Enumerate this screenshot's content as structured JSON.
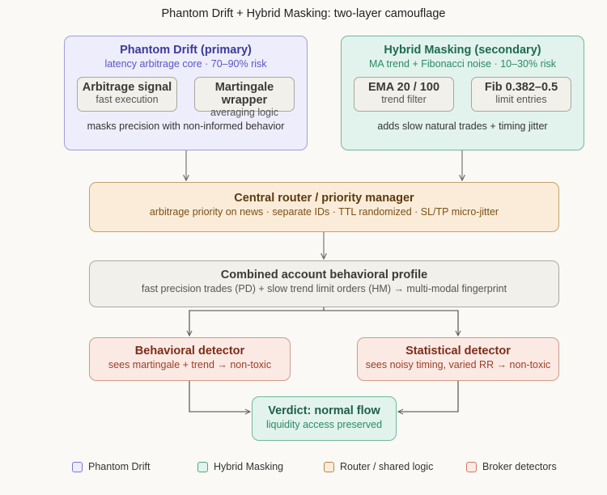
{
  "title": "Phantom Drift + Hybrid Masking: two-layer camouflage",
  "phantom_drift": {
    "title": "Phantom Drift (primary)",
    "subtitle": "latency arbitrage core · 70–90% risk",
    "components": [
      {
        "title": "Arbitrage signal",
        "sub": "fast execution"
      },
      {
        "title": "Martingale wrapper",
        "sub": "averaging logic"
      }
    ],
    "note": "masks precision with non-informed behavior"
  },
  "hybrid_masking": {
    "title": "Hybrid Masking (secondary)",
    "subtitle": "MA trend + Fibonacci noise · 10–30% risk",
    "components": [
      {
        "title": "EMA 20 / 100",
        "sub": "trend filter"
      },
      {
        "title": "Fib 0.382–0.5",
        "sub": "limit entries"
      }
    ],
    "note": "adds slow natural trades + timing jitter"
  },
  "router": {
    "title": "Central router / priority manager",
    "subtitle": "arbitrage priority on news · separate IDs · TTL randomized · SL/TP micro-jitter"
  },
  "profile": {
    "title": "Combined account behavioral profile",
    "subtitle": "fast precision trades (PD) + slow trend limit orders (HM) → multi-modal fingerprint"
  },
  "detectors": [
    {
      "title": "Behavioral detector",
      "sub": "sees martingale + trend → non-toxic"
    },
    {
      "title": "Statistical detector",
      "sub": "sees noisy timing, varied RR → non-toxic"
    }
  ],
  "verdict": {
    "title": "Verdict: normal flow",
    "subtitle": "liquidity access preserved"
  },
  "legend": [
    {
      "label": "Phantom Drift",
      "fill": "#eeedfb",
      "stroke": "#7a76d6"
    },
    {
      "label": "Hybrid Masking",
      "fill": "#e2f3ed",
      "stroke": "#4fa584"
    },
    {
      "label": "Router / shared logic",
      "fill": "#fbecd9",
      "stroke": "#b8874a"
    },
    {
      "label": "Broker detectors",
      "fill": "#fbe9e4",
      "stroke": "#c97a66"
    }
  ]
}
